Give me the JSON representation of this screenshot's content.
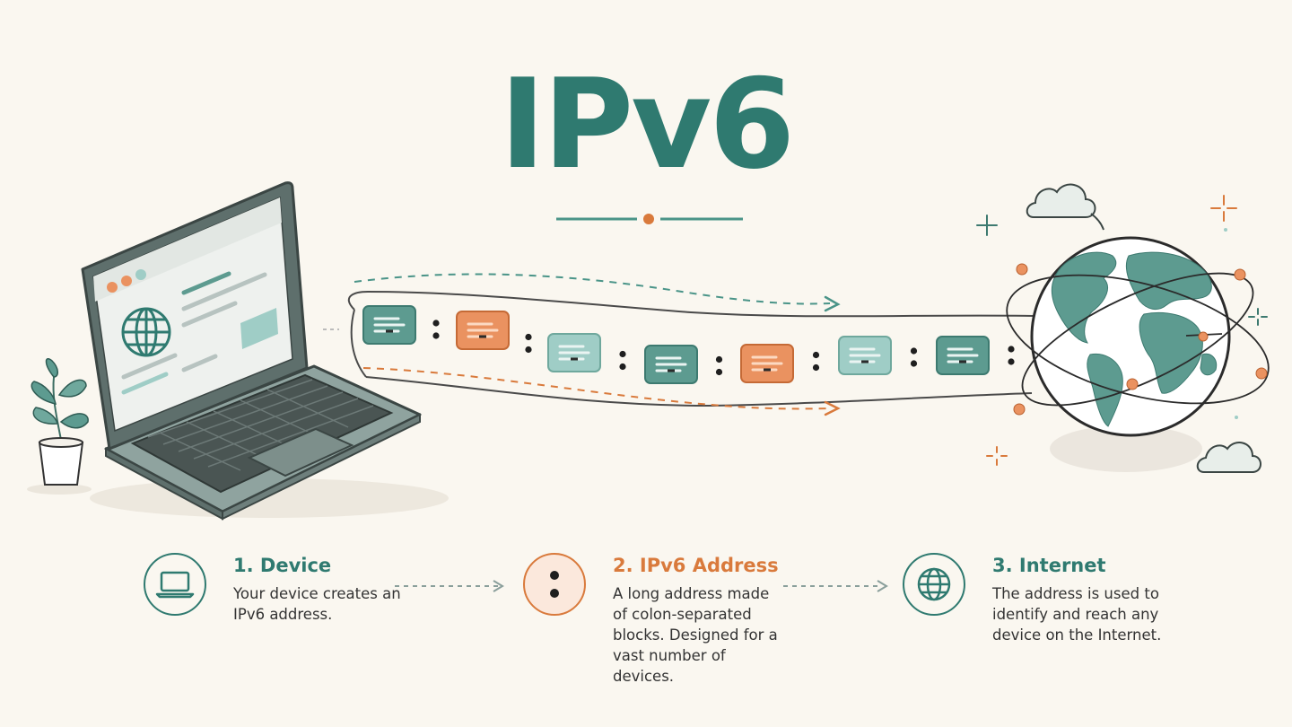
{
  "title": "IPv6",
  "colors": {
    "teal": "#2f7a70",
    "teal_light": "#9fcdc6",
    "orange": "#ea9260",
    "orange_dark": "#d97a3c",
    "ink": "#333333",
    "background": "#faf7f0"
  },
  "address_blocks": [
    "teal",
    "orange",
    "teal-light",
    "teal",
    "orange",
    "teal-light",
    "teal"
  ],
  "steps": [
    {
      "title": "1. Device",
      "description": "Your device creates an IPv6 address.",
      "icon": "laptop-icon",
      "color": "teal"
    },
    {
      "title": "2. IPv6 Address",
      "description": "A long address made of colon-separated blocks. Designed for a vast number of devices.",
      "icon": "colon-icon",
      "color": "orange"
    },
    {
      "title": "3. Internet",
      "description": "The address is used to identify and reach any device on the Internet.",
      "icon": "globe-icon",
      "color": "teal"
    }
  ]
}
